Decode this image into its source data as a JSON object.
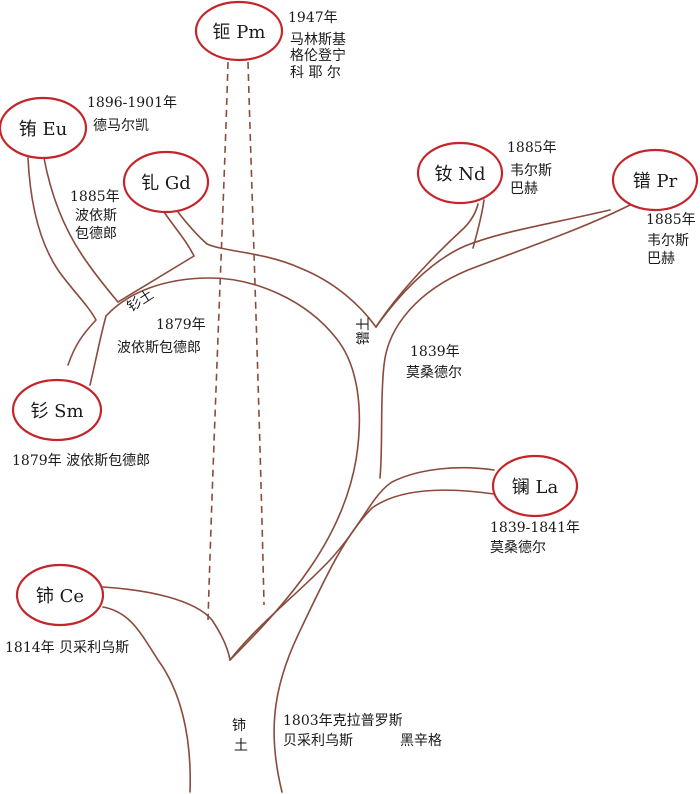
{
  "nodes": {
    "pm": {
      "label": "钷  Pm",
      "year": "1947年",
      "people": [
        "马林斯基",
        "格伦登宁",
        "科 耶 尔"
      ]
    },
    "eu": {
      "label": "铕  Eu",
      "year": "1896-1901年",
      "people": [
        "德马尔凯"
      ]
    },
    "gd": {
      "label": "钆  Gd",
      "year": "1885年",
      "people": [
        "波依斯",
        "包德郎"
      ]
    },
    "nd": {
      "label": "钕  Nd",
      "year": "1885年",
      "people": [
        "韦尔斯",
        "巴赫"
      ]
    },
    "pr": {
      "label": "镨  Pr",
      "year": "1885年",
      "people": [
        "韦尔斯",
        "巴赫"
      ]
    },
    "sm": {
      "label": "钐  Sm",
      "caption": "1879年 波依斯包德郎"
    },
    "la": {
      "label": "镧  La",
      "year": "1839-1841年",
      "people": [
        "莫桑德尔"
      ]
    },
    "ce": {
      "label": "铈  Ce",
      "caption": "1814年 贝采利乌斯"
    }
  },
  "branches": {
    "samarium_earth": {
      "label": "钐土",
      "year": "1879年",
      "people": "波依斯包德郎"
    },
    "didymium_earth": {
      "label": "镨土",
      "year": "1839年",
      "people": "莫桑德尔"
    },
    "cerium_earth": {
      "label": "铈土",
      "year": "1803年克拉普罗斯",
      "people": "贝采利乌斯",
      "people2": "黑辛格"
    }
  },
  "colors": {
    "node_border": "#c3252a",
    "branch": "#8a4a3c",
    "text": "#1a1a1a"
  }
}
